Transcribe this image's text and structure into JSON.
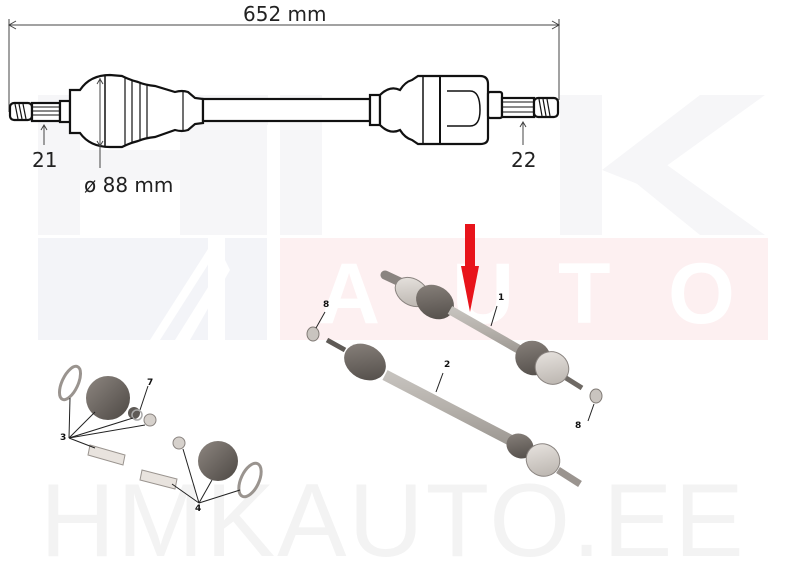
{
  "watermark": {
    "logo_top": "HMK",
    "logo_band_letters": [
      "A",
      "U",
      "T",
      "O"
    ],
    "footer_text": "HMKAUTO.EE",
    "band_color": "#fdf0f0",
    "logo_gray": "#f5f5f7"
  },
  "dimension_drawing": {
    "overall_length": "652 mm",
    "boot_diameter": "ø 88 mm",
    "left_spline_count": "21",
    "right_spline_count": "22"
  },
  "exploded_view": {
    "indicator_arrow_color": "#e8141b",
    "callouts": {
      "drive_shaft_right": "1",
      "drive_shaft_left": "2",
      "outer_joint_boot_kit": "3",
      "inner_joint_boot_kit": "4",
      "circlip": "7",
      "hub_nut_left": "8",
      "hub_nut_right": "8"
    }
  }
}
